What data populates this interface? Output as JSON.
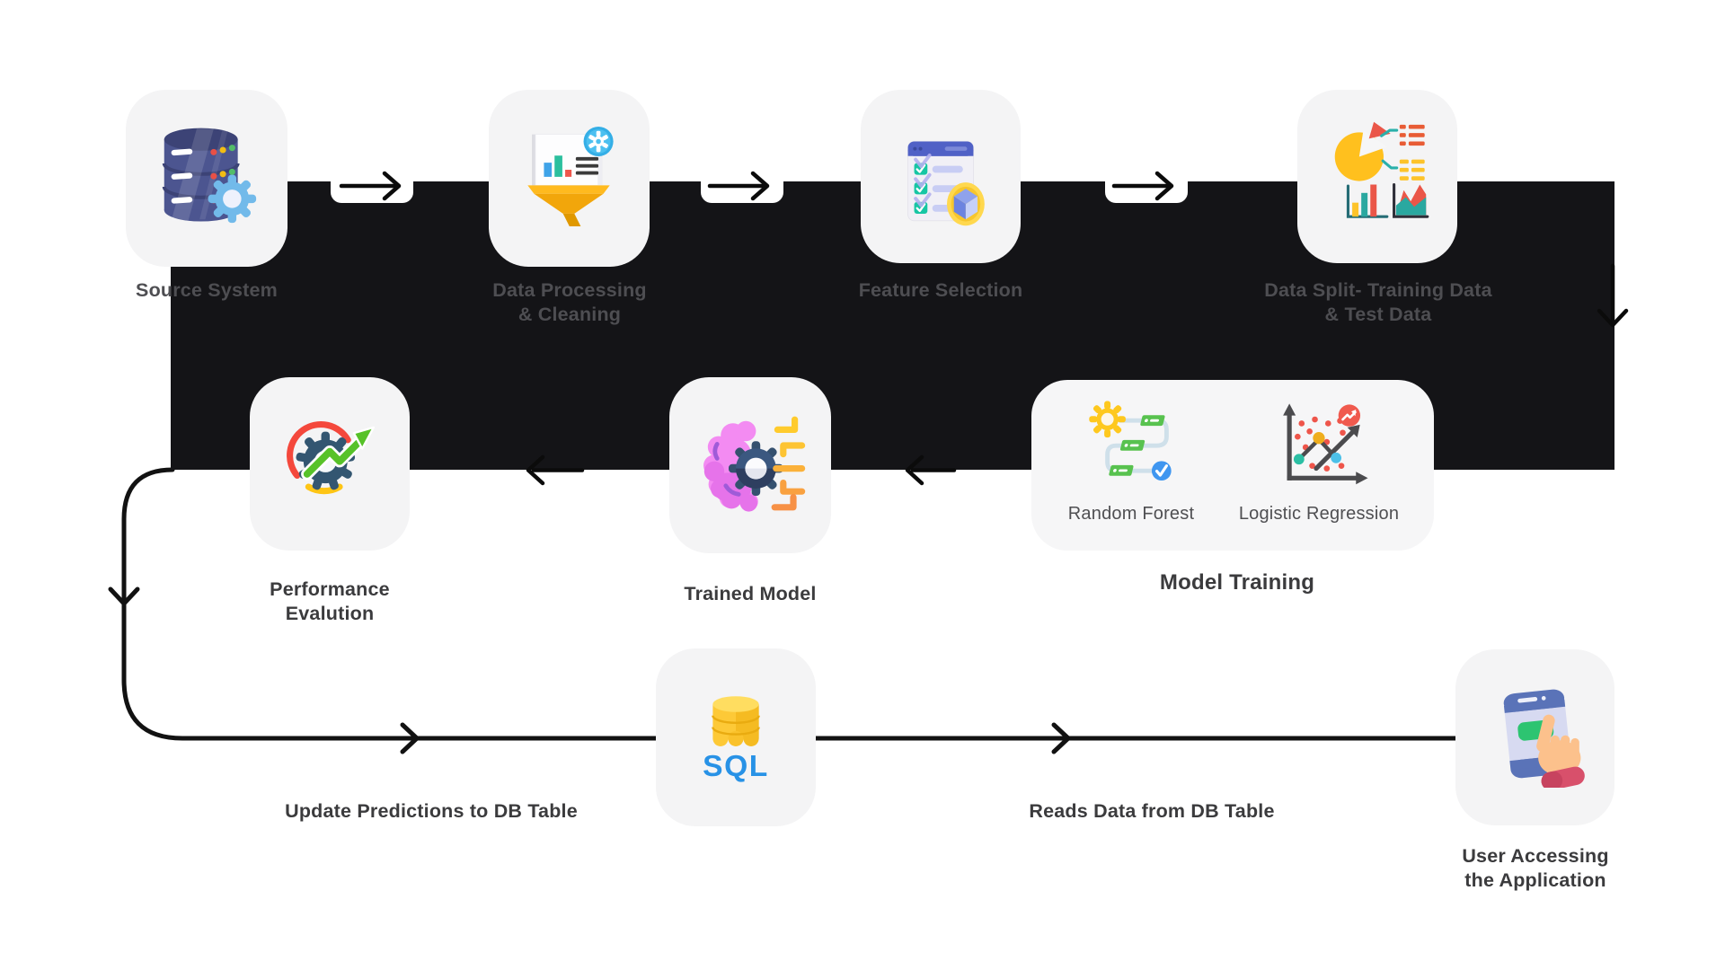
{
  "diagram": {
    "nodes": {
      "source_system": {
        "label": "Source System",
        "icon": "database-gear-icon"
      },
      "data_processing": {
        "label": "Data Processing\n& Cleaning",
        "icon": "funnel-chart-icon"
      },
      "feature_selection": {
        "label": "Feature Selection",
        "icon": "checklist-cube-icon"
      },
      "data_split": {
        "label": "Data Split- Training Data\n& Test Data",
        "icon": "charts-dashboard-icon"
      },
      "model_training": {
        "label": "Model Training",
        "items": [
          {
            "label": "Random Forest",
            "icon": "flow-tags-icon"
          },
          {
            "label": "Logistic Regression",
            "icon": "scatter-trend-icon"
          }
        ]
      },
      "trained_model": {
        "label": "Trained Model",
        "icon": "brain-gear-icon"
      },
      "performance_evaluation": {
        "label": "Performance\nEvalution",
        "icon": "gear-growth-arrow-icon"
      },
      "sql_db": {
        "label": "SQL",
        "icon": "sql-cylinder-icon"
      },
      "user_access": {
        "label": "User Accessing\nthe Application",
        "icon": "phone-touch-icon"
      }
    },
    "edges": {
      "update_predictions_label": "Update Predictions to DB Table",
      "reads_data_label": "Reads Data from DB Table"
    },
    "colors": {
      "background": "#ffffff",
      "band": "#141417",
      "card": "#f4f4f5",
      "label_on_band": "#4e4e52",
      "label_dark": "#3b3b3d",
      "arrow": "#0e0e0e"
    }
  }
}
